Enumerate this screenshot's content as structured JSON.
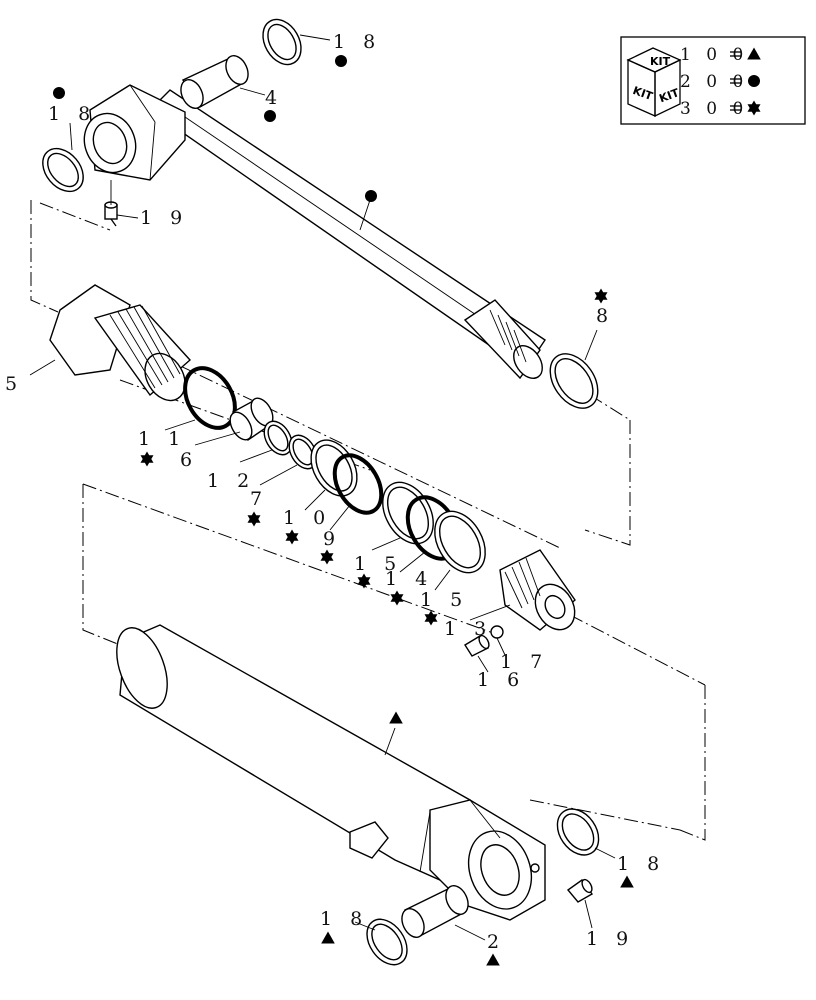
{
  "legend": {
    "box_text": "KIT",
    "rows": [
      {
        "code": "1 0 0",
        "symbol": "triangle"
      },
      {
        "code": "2 0 0",
        "symbol": "circle"
      },
      {
        "code": "3 0 0",
        "symbol": "star"
      }
    ]
  },
  "callouts": {
    "c18a": "1 8",
    "c4": "4",
    "c18b": "1 8",
    "c19a": "1 9",
    "c8": "8",
    "c5": "5",
    "c11": "1 1",
    "c6": "6",
    "c12": "1 2",
    "c7": "7",
    "c10": "1 0",
    "c9": "9",
    "c15a": "1 5",
    "c14": "1 4",
    "c15b": "1 5",
    "c13": "1 3",
    "c17": "1 7",
    "c16": "1 6",
    "c18c": "1 8",
    "c18d": "1 8",
    "c2": "2",
    "c19b": "1 9"
  },
  "symbols": {
    "triangle": "triangle-symbol",
    "circle": "circle-symbol",
    "star": "star-symbol"
  }
}
